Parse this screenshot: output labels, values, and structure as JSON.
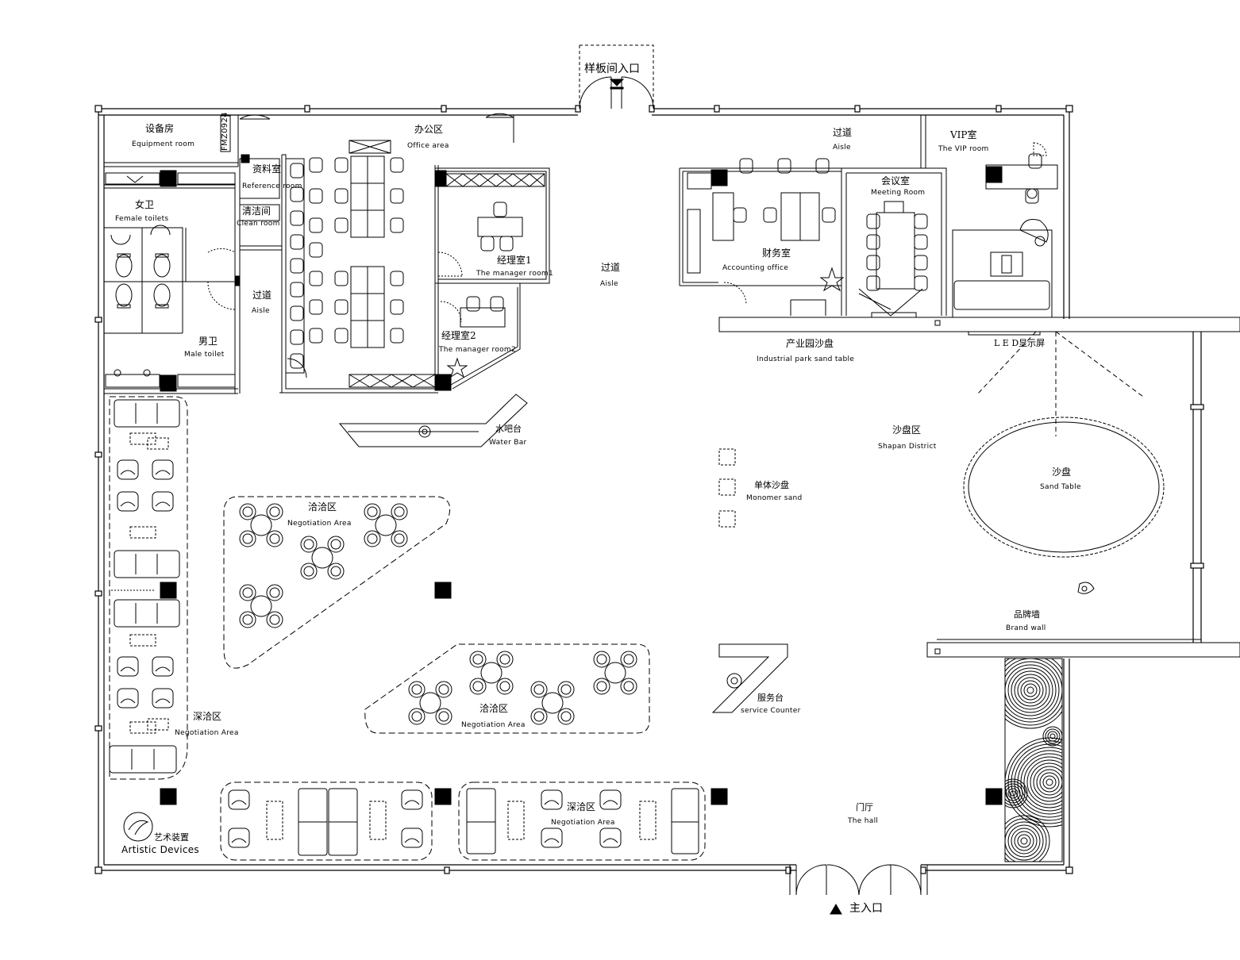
{
  "rooms": {
    "equipment_room": {
      "cn": "设备房",
      "en": "Equipment room"
    },
    "office_area": {
      "cn": "办公区",
      "en": "Office area"
    },
    "reference_room": {
      "cn": "资料室",
      "en": "Reference room"
    },
    "female_toilets": {
      "cn": "女卫",
      "en": "Female toilets"
    },
    "clean_room": {
      "cn": "清洁间",
      "en": "Clean room"
    },
    "male_toilet": {
      "cn": "男卫",
      "en": "Male toilet"
    },
    "aisle_left": {
      "cn": "过道",
      "en": "Aisle"
    },
    "aisle_center": {
      "cn": "过道",
      "en": "Aisle"
    },
    "aisle_top": {
      "cn": "过道",
      "en": "Aisle"
    },
    "manager_room_1": {
      "cn": "经理室1",
      "en": "The manager room1"
    },
    "manager_room_2": {
      "cn": "经理室2",
      "en": "The manager room2"
    },
    "accounting_office": {
      "cn": "财务室",
      "en": "Accounting office"
    },
    "meeting_room": {
      "cn": "会议室",
      "en": "Meeting Room"
    },
    "vip_room": {
      "cn": "VIP室",
      "en": "The VIP room"
    },
    "industrial_sand_table": {
      "cn": "产业园沙盘",
      "en": "Industrial park sand table"
    },
    "led_screen": {
      "cn": "L E D显示屏"
    },
    "shapan_district": {
      "cn": "沙盘区",
      "en": "Shapan District"
    },
    "sand_table": {
      "cn": "沙盘",
      "en": "Sand Table"
    },
    "monomer_sand": {
      "cn": "单体沙盘",
      "en": "Monomer sand"
    },
    "water_bar": {
      "cn": "水吧台",
      "en": "Water Bar"
    },
    "negotiation_tri": {
      "cn": "洽洽区",
      "en": "Negotiation Area"
    },
    "negotiation_mid": {
      "cn": "洽洽区",
      "en": "Negotiation Area"
    },
    "deep_negotiation_left": {
      "cn": "深洽区",
      "en": "Negotiation Area"
    },
    "deep_negotiation_bottom": {
      "cn": "深洽区",
      "en": "Negotiation Area"
    },
    "service_counter": {
      "cn": "服务台",
      "en": "service Counter"
    },
    "brand_wall": {
      "cn": "品牌墙",
      "en": "Brand wall"
    },
    "hall": {
      "cn": "门厅",
      "en": "The hall"
    },
    "artistic_devices": {
      "cn": "艺术装置",
      "en": "Artistic Devices"
    }
  },
  "entrances": {
    "model_room_entrance": "样板间入口",
    "main_entrance": "主入口"
  },
  "door_tag": "FMZ0924",
  "icons": [
    "entrance-arrow-icon",
    "plant-icon",
    "column-icon",
    "door-swing-icon"
  ],
  "colors": {
    "line": "#000000",
    "background": "#ffffff"
  }
}
